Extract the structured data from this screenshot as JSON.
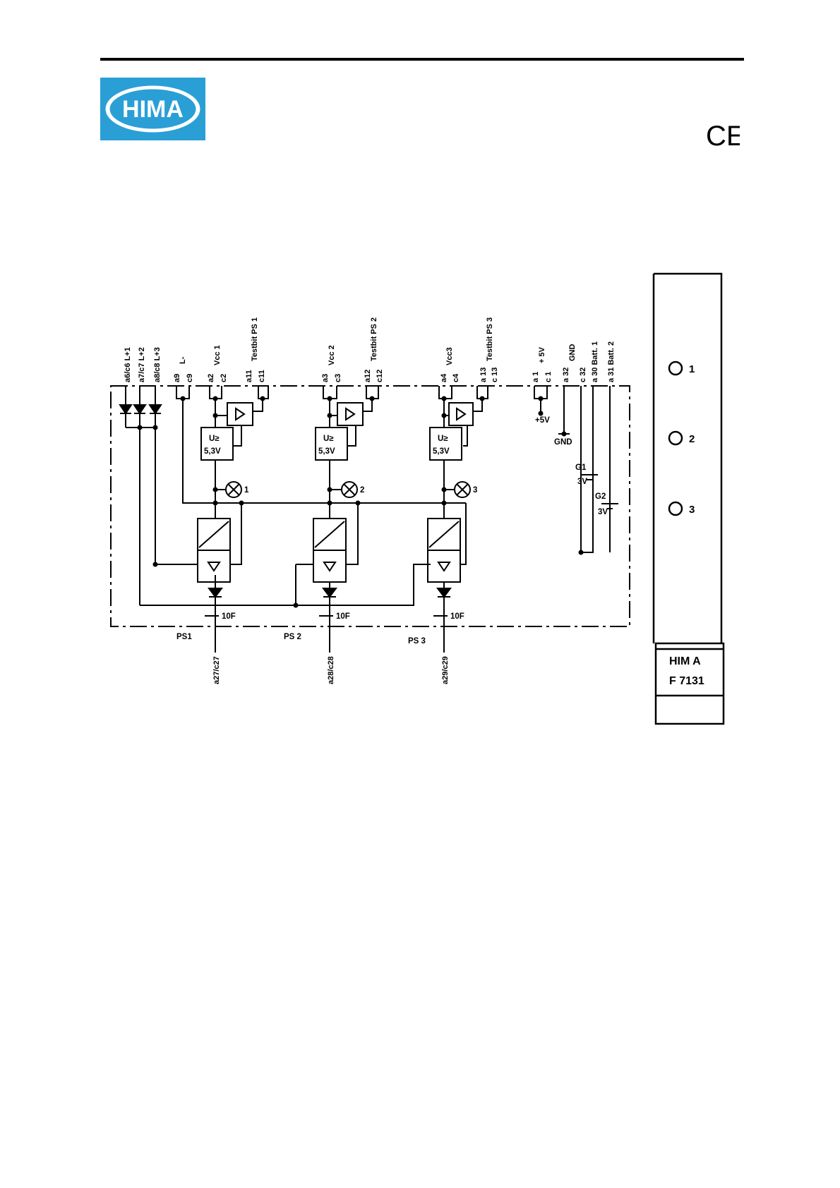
{
  "brand": {
    "logo_text": "HIMA",
    "logo_bg": "#2a9fd6",
    "mark": "CE"
  },
  "diagram": {
    "inputs": {
      "lp1": "a6/c6 L+1",
      "lp2": "a7/c7 L+2",
      "lp3": "a8/c8 L+3",
      "lminus_a": "a9",
      "lminus_c": "c9",
      "lminus": "L-"
    },
    "channels": [
      {
        "pin_a": "a2",
        "pin_c": "c2",
        "vcc": "Vcc 1",
        "tb_a": "a11",
        "tb_c": "c11",
        "testbit": "Testbit PS 1",
        "u_top": "U≥",
        "u_bot": "5,3V",
        "lamp": "1",
        "fuse": "10F",
        "ps": "PS1",
        "out": "a27/c27"
      },
      {
        "pin_a": "a3",
        "pin_c": "c3",
        "vcc": "Vcc 2",
        "tb_a": "a12",
        "tb_c": "c12",
        "testbit": "Testbit PS 2",
        "u_top": "U≥",
        "u_bot": "5,3V",
        "lamp": "2",
        "fuse": "10F",
        "ps": "PS 2",
        "out": "a28/c28"
      },
      {
        "pin_a": "a4",
        "pin_c": "c4",
        "vcc": "Vcc3",
        "tb_a": "a 13",
        "tb_c": "c 13",
        "testbit": "Testbit PS 3",
        "u_top": "U≥",
        "u_bot": "5,3V",
        "lamp": "3",
        "fuse": "10F",
        "ps": "PS 3",
        "out": "a29/c29"
      }
    ],
    "supply": {
      "a1": "a 1",
      "c1": "c 1",
      "plus5": "+ 5V",
      "a32": "a 32",
      "gnd_pin": "GND",
      "c32": "c 32",
      "a30": "a 30 Batt. 1",
      "a31": "a 31 Batt. 2",
      "plus5_label": "+5V",
      "gnd_label": "GND",
      "g1": "G1",
      "g1_v": "3V",
      "g2": "G2",
      "g2_v": "3V"
    }
  },
  "front_panel": {
    "leds": [
      "1",
      "2",
      "3"
    ],
    "maker": "HIM A",
    "model": "F 7131"
  }
}
